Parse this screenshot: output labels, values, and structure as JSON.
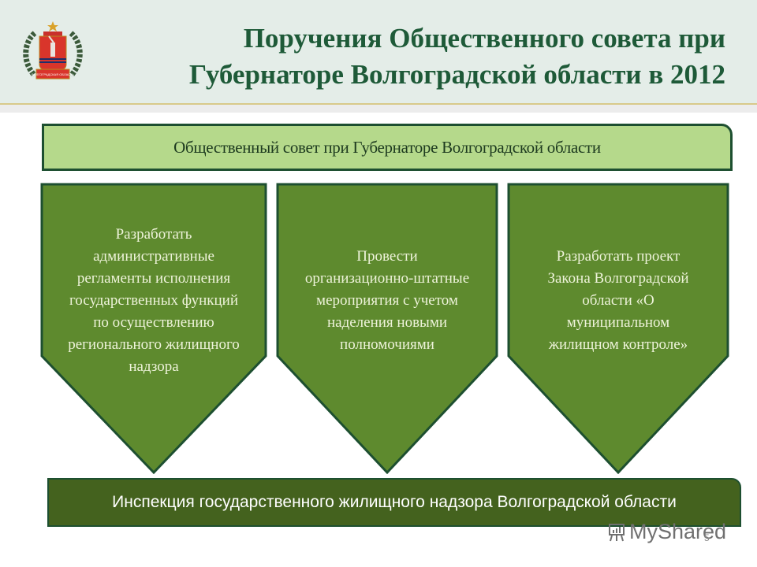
{
  "header": {
    "title_line1": "Поручения Общественного совета при",
    "title_line2": "Губернаторе Волгоградской области в 2012",
    "emblem_caption": "ВОЛГОГРАДСКАЯ ОБЛАСТЬ"
  },
  "council": {
    "label": "Общественный совет при Губернаторе Волгоградской области"
  },
  "tasks": [
    {
      "lines": [
        "Разработать",
        "административные",
        "регламенты исполнения",
        "государственных функций",
        "по осуществлению",
        "регионального жилищного",
        "надзора"
      ]
    },
    {
      "lines": [
        "Провести",
        "организационно-штатные",
        "мероприятия с учетом",
        "наделения новыми",
        "полномочиями"
      ]
    },
    {
      "lines": [
        "Разработать проект",
        "Закона Волгоградской",
        "области «О",
        "муниципальном",
        "жилищном контроле»"
      ]
    }
  ],
  "inspection": {
    "label": "Инспекция государственного жилищного надзора Волгоградской области"
  },
  "footer": {
    "watermark": "MyShared",
    "page_number": "5"
  },
  "colors": {
    "title": "#1e5a38",
    "council_fill": "#b5d98b",
    "chevron_fill": "#5e8a2e",
    "border": "#1d4f30",
    "inspection_fill": "#44621e"
  }
}
